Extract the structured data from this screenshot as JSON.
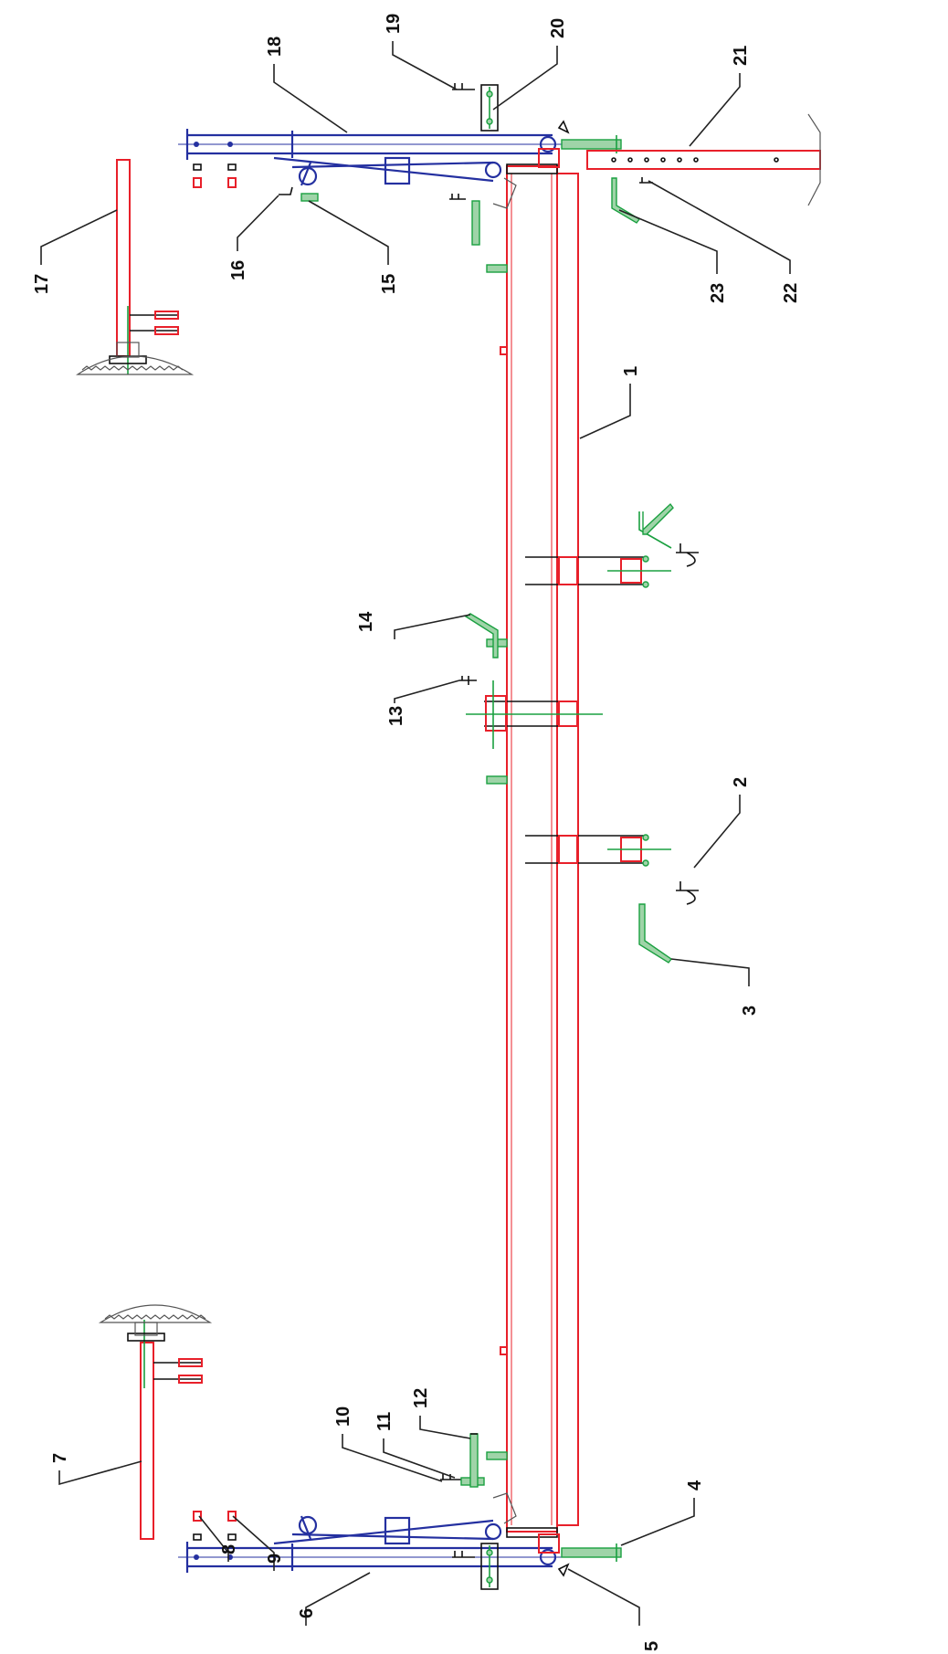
{
  "drawing": {
    "callouts": [
      "1",
      "2",
      "3",
      "4",
      "5",
      "6",
      "7",
      "8",
      "9",
      "10",
      "11",
      "12",
      "13",
      "14",
      "15",
      "16",
      "17",
      "18",
      "19",
      "20",
      "21",
      "22",
      "23"
    ]
  }
}
